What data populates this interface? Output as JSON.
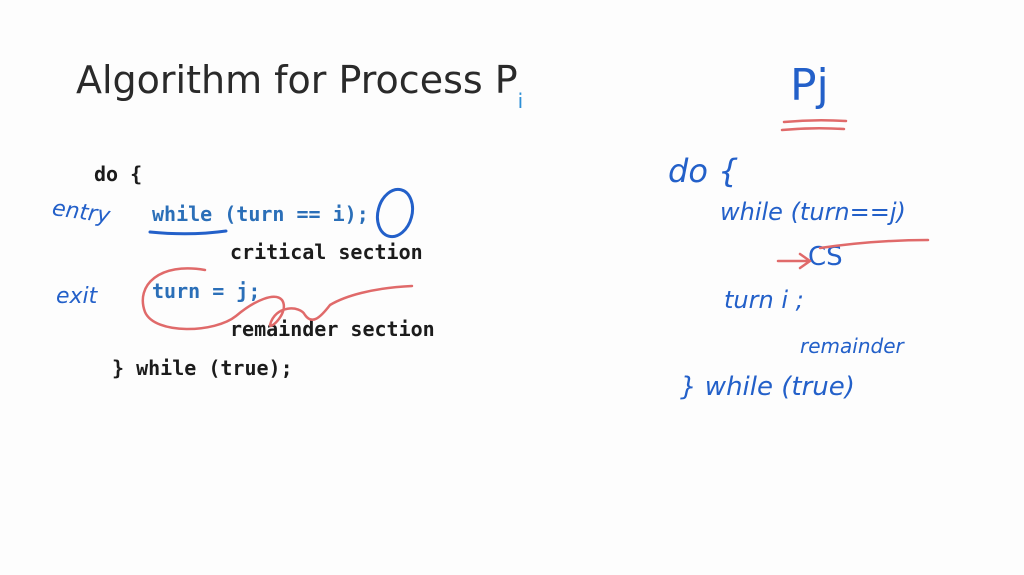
{
  "slide": {
    "title_main": "Algorithm for Process P",
    "title_sub": "i",
    "code": {
      "line_do": "do {",
      "line_while": "while (turn == i);",
      "line_critical": "critical section",
      "line_turn": "turn = j;",
      "line_remainder": "remainder section",
      "line_end": "} while (true);"
    },
    "annotations_left": {
      "entry": "entry",
      "exit": "exit"
    },
    "notes_right": {
      "heading": "Pj",
      "do": "do {",
      "while": "while (turn==j)",
      "cs": "CS",
      "turn": "turn i ;",
      "remainder": "remainder",
      "end": "} while (true)"
    }
  },
  "colors": {
    "code_text": "#1c1c1c",
    "code_keyword": "#2b6fb8",
    "ink_blue": "#2360c9",
    "ink_red": "#e06a6a"
  }
}
